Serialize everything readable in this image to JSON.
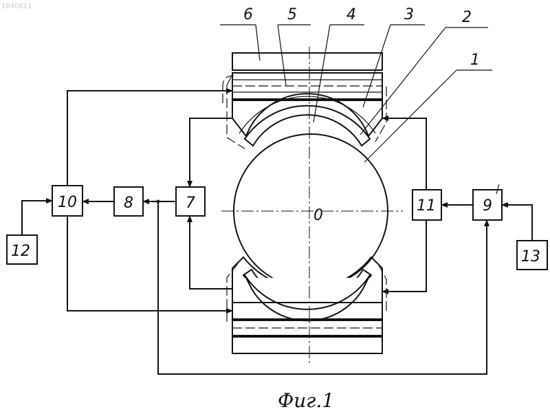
{
  "doc_id": "1840611",
  "center_label": "0",
  "caption": "Фиг.1",
  "labels": {
    "l1": "1",
    "l2": "2",
    "l3": "3",
    "l4": "4",
    "l5": "5",
    "l6": "6",
    "b7": "7",
    "b8": "8",
    "b9": "9",
    "b10": "10",
    "b11": "11",
    "b12": "12",
    "b13": "13"
  }
}
